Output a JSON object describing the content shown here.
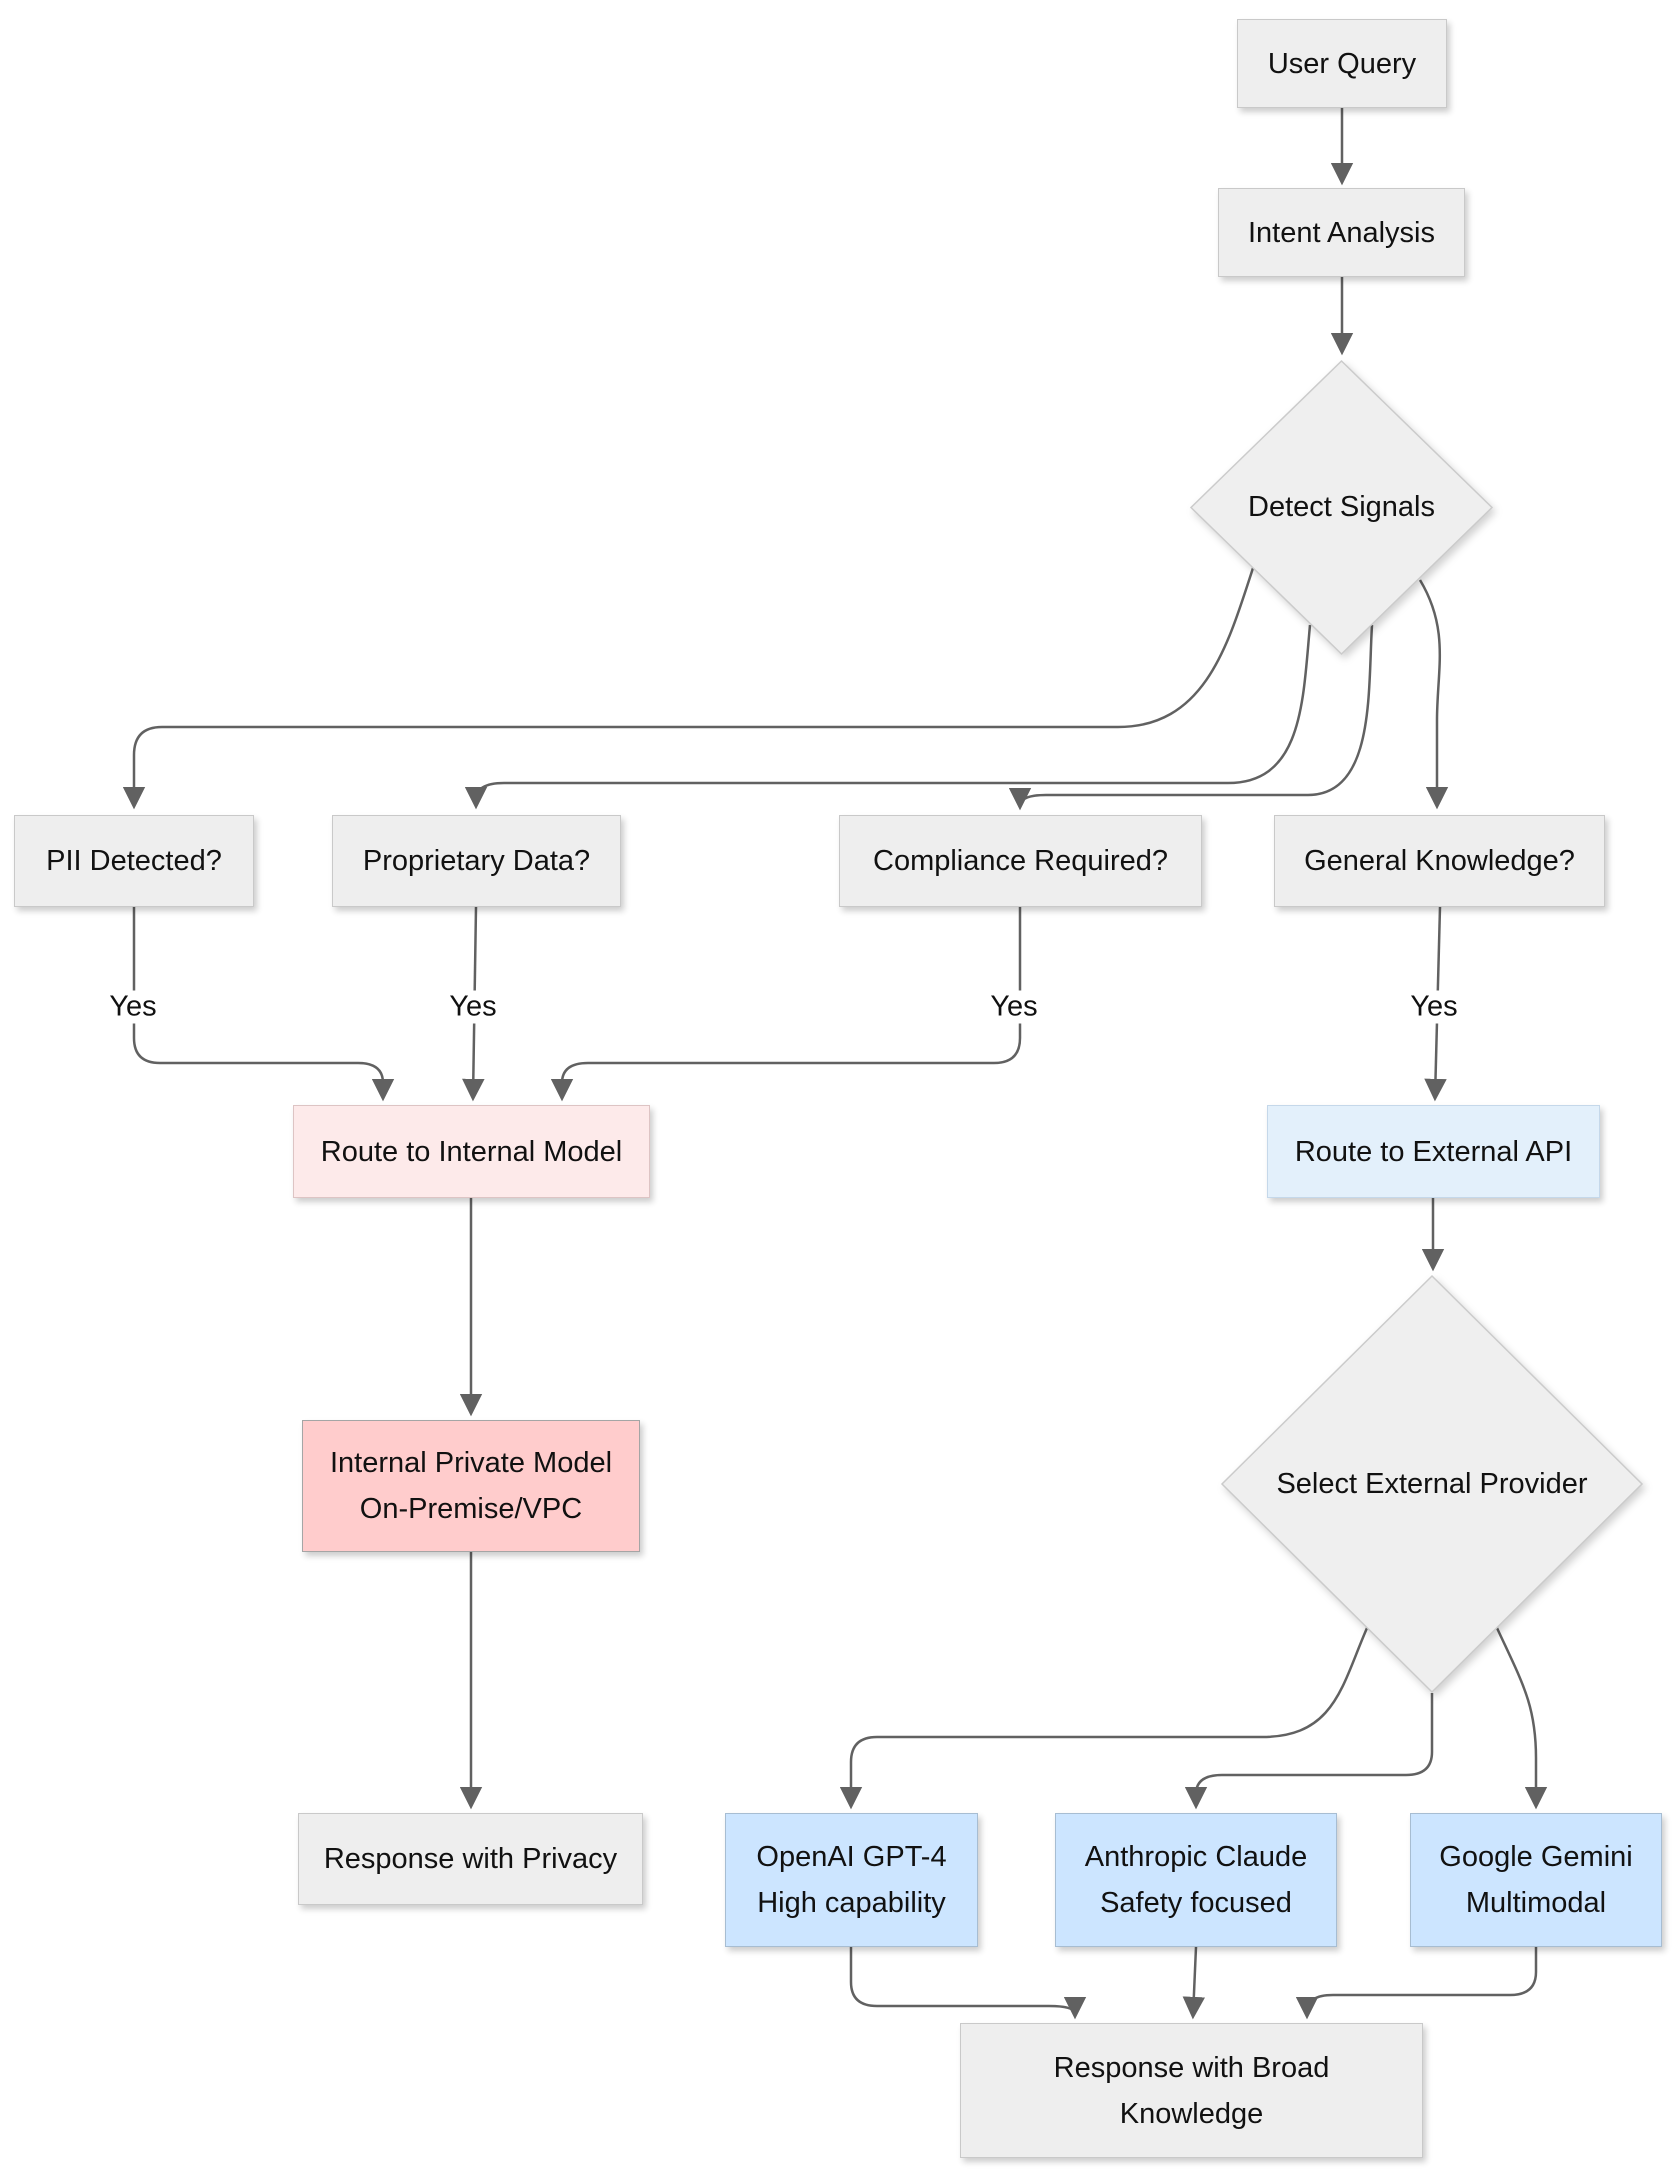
{
  "diagram_type": "flowchart-top-down",
  "nodes": {
    "user_query": {
      "label": "User Query",
      "shape": "rect",
      "fill": "#eeeeee"
    },
    "intent_analysis": {
      "label": "Intent Analysis",
      "shape": "rect",
      "fill": "#eeeeee"
    },
    "detect_signals": {
      "label": "Detect Signals",
      "shape": "diamond",
      "fill": "#efefef"
    },
    "pii": {
      "label": "PII Detected?",
      "shape": "rect",
      "fill": "#eeeeee"
    },
    "proprietary": {
      "label": "Proprietary Data?",
      "shape": "rect",
      "fill": "#eeeeee"
    },
    "compliance": {
      "label": "Compliance Required?",
      "shape": "rect",
      "fill": "#eeeeee"
    },
    "general": {
      "label": "General Knowledge?",
      "shape": "rect",
      "fill": "#eeeeee"
    },
    "route_internal": {
      "label": "Route to Internal Model",
      "shape": "rect",
      "fill": "#fdeaea"
    },
    "route_external": {
      "label": "Route to External API",
      "shape": "rect",
      "fill": "#e3f0fb"
    },
    "internal_model": {
      "label": "Internal Private Model",
      "label2": "On-Premise/VPC",
      "shape": "rect",
      "fill": "#ffcccc"
    },
    "select_provider": {
      "label": "Select External Provider",
      "shape": "diamond",
      "fill": "#efefef"
    },
    "response_privacy": {
      "label": "Response with Privacy",
      "shape": "rect",
      "fill": "#eeeeee"
    },
    "openai": {
      "label": "OpenAI GPT-4",
      "label2": "High capability",
      "shape": "rect",
      "fill": "#cce5ff"
    },
    "anthropic": {
      "label": "Anthropic Claude",
      "label2": "Safety focused",
      "shape": "rect",
      "fill": "#cce5ff"
    },
    "gemini": {
      "label": "Google Gemini",
      "label2": "Multimodal",
      "shape": "rect",
      "fill": "#cce5ff"
    },
    "response_broad": {
      "label": "Response with Broad",
      "label2": "Knowledge",
      "shape": "rect",
      "fill": "#eeeeee"
    }
  },
  "edges": [
    {
      "from": "user_query",
      "to": "intent_analysis",
      "label": ""
    },
    {
      "from": "intent_analysis",
      "to": "detect_signals",
      "label": ""
    },
    {
      "from": "detect_signals",
      "to": "pii",
      "label": ""
    },
    {
      "from": "detect_signals",
      "to": "proprietary",
      "label": ""
    },
    {
      "from": "detect_signals",
      "to": "compliance",
      "label": ""
    },
    {
      "from": "detect_signals",
      "to": "general",
      "label": ""
    },
    {
      "from": "pii",
      "to": "route_internal",
      "label": "Yes"
    },
    {
      "from": "proprietary",
      "to": "route_internal",
      "label": "Yes"
    },
    {
      "from": "compliance",
      "to": "route_internal",
      "label": "Yes"
    },
    {
      "from": "general",
      "to": "route_external",
      "label": "Yes"
    },
    {
      "from": "route_internal",
      "to": "internal_model",
      "label": ""
    },
    {
      "from": "internal_model",
      "to": "response_privacy",
      "label": ""
    },
    {
      "from": "route_external",
      "to": "select_provider",
      "label": ""
    },
    {
      "from": "select_provider",
      "to": "openai",
      "label": ""
    },
    {
      "from": "select_provider",
      "to": "anthropic",
      "label": ""
    },
    {
      "from": "select_provider",
      "to": "gemini",
      "label": ""
    },
    {
      "from": "openai",
      "to": "response_broad",
      "label": ""
    },
    {
      "from": "anthropic",
      "to": "response_broad",
      "label": ""
    },
    {
      "from": "gemini",
      "to": "response_broad",
      "label": ""
    }
  ],
  "colors": {
    "node_gray_fill": "#eeeeee",
    "node_gray_border": "#c9c9c9",
    "internal_route_fill": "#fdeaea",
    "internal_model_fill": "#ffcccc",
    "external_route_fill": "#e3f0fb",
    "provider_fill": "#cce5ff",
    "edge_stroke": "#616161",
    "text_color": "#111111"
  }
}
